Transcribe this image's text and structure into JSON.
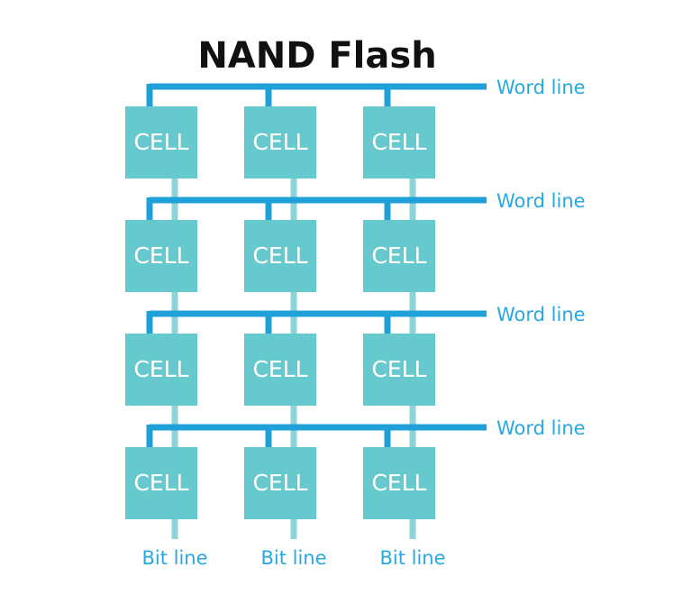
{
  "title": "NAND Flash",
  "cell_label": "CELL",
  "word_line_label": "Word line",
  "bit_line_label": "Bit line",
  "rows": 4,
  "columns": 3,
  "colors": {
    "cell_fill": "#66C9CE",
    "word_line": "#1FA0D8",
    "bit_line": "#8CD4D9",
    "cell_text": "#FFFFFF",
    "label_text": "#29A8DF",
    "title_text": "#111111"
  }
}
